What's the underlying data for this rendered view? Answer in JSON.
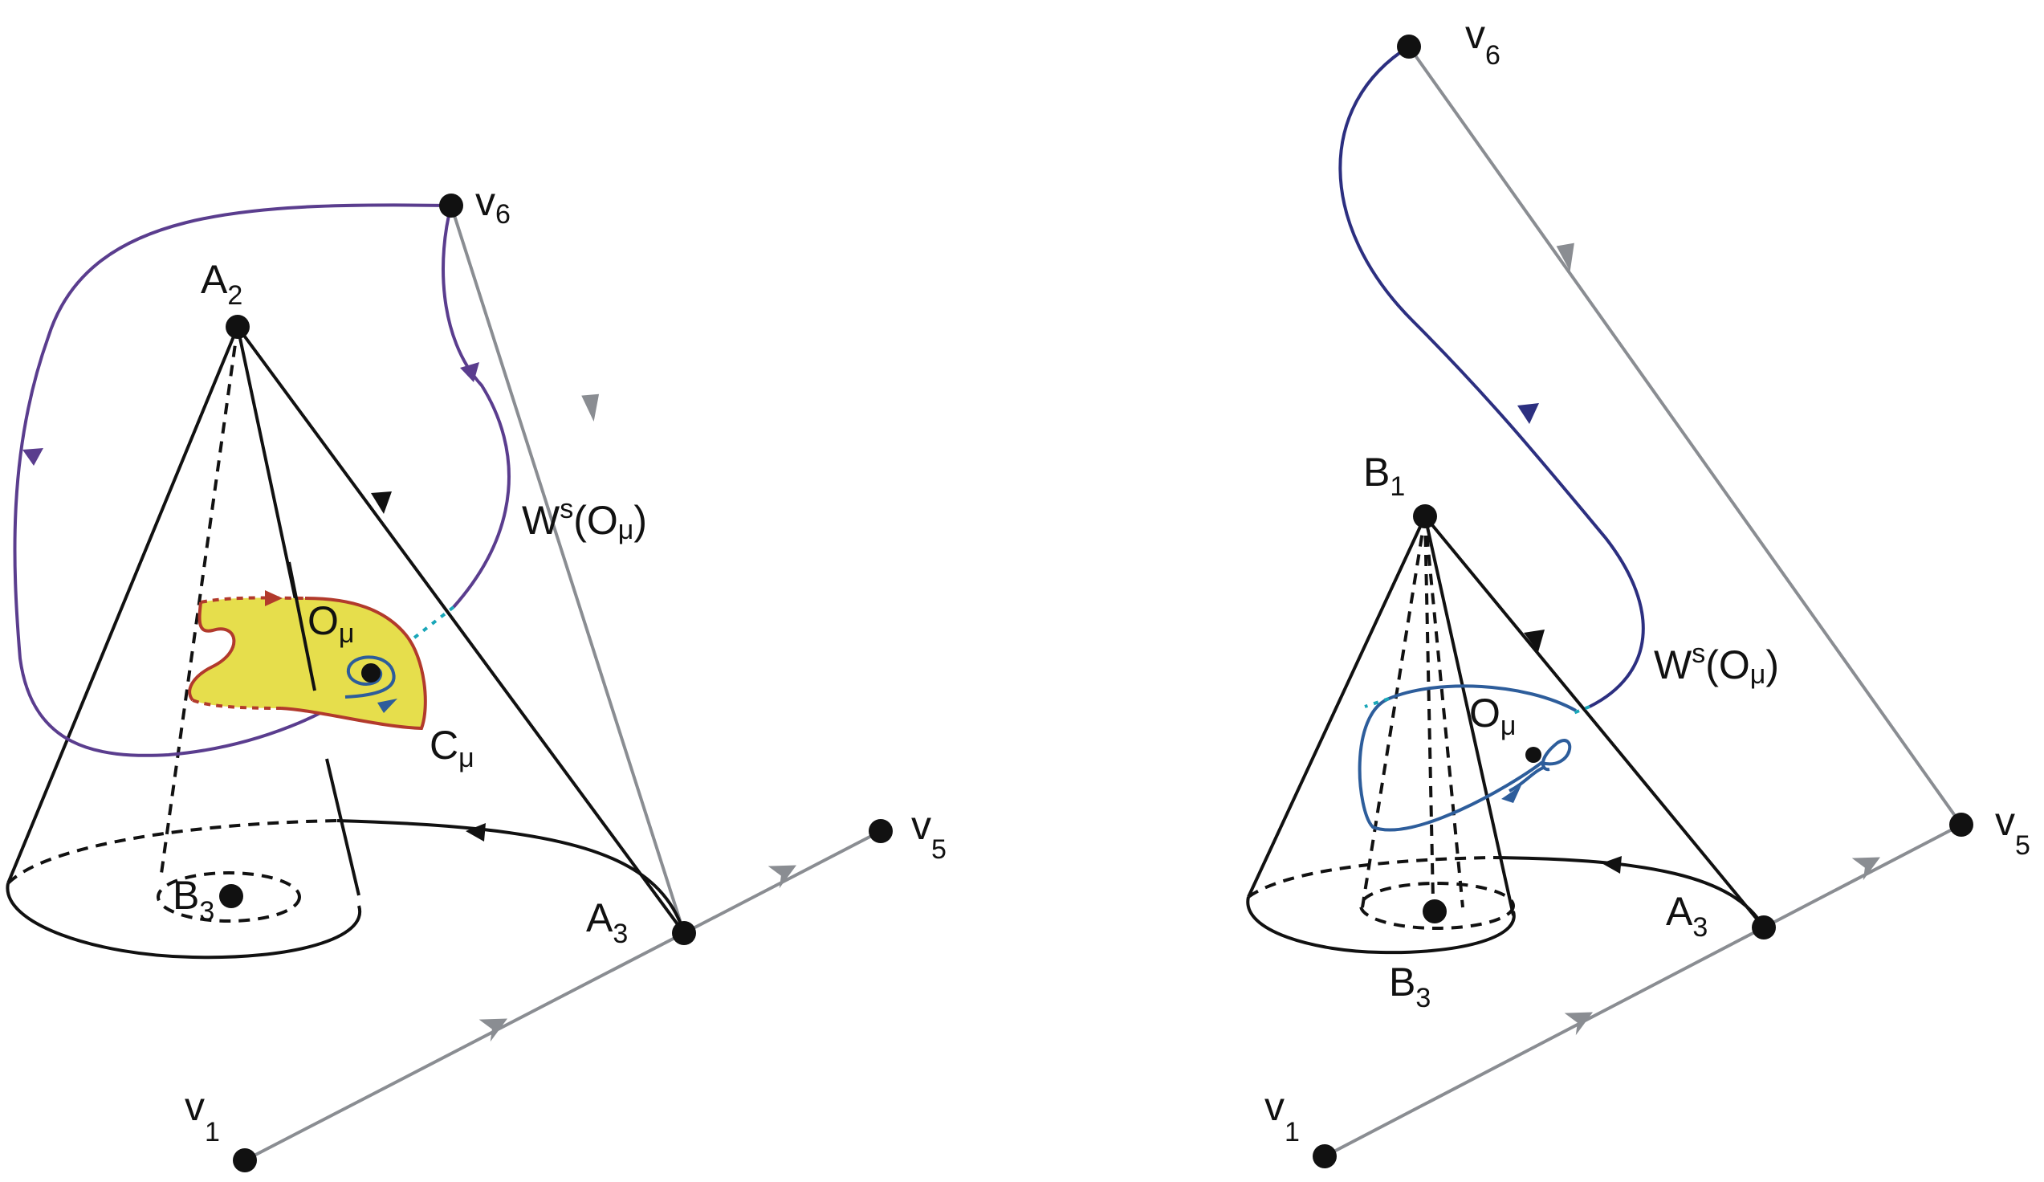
{
  "colors": {
    "region_fill": "#e6de4c",
    "region_border": "#b23a2c",
    "stable_manifold": "#5a3d8e",
    "stable_manifold_right": "#2c2f80",
    "spiral": "#2d5d9b",
    "connection": "#8a8d92",
    "cone": "#111111",
    "dotted_link": "#19a6b8"
  },
  "left_panel": {
    "labels": {
      "v6": {
        "main": "v",
        "sub": "6"
      },
      "v5": {
        "main": "v",
        "sub": "5"
      },
      "v1": {
        "main": "v",
        "sub": "1"
      },
      "A2": {
        "main": "A",
        "sub": "2"
      },
      "A3": {
        "main": "A",
        "sub": "3"
      },
      "B3": {
        "main": "B",
        "sub": "3"
      },
      "O_mu": {
        "main": "O",
        "sub": "μ"
      },
      "C_mu": {
        "main": "C",
        "sub": "μ"
      },
      "Ws": {
        "main": "W",
        "sup": "s",
        "rest": "(O",
        "rest_sub": "μ",
        "close": ")"
      }
    }
  },
  "right_panel": {
    "labels": {
      "v6": {
        "main": "v",
        "sub": "6"
      },
      "v5": {
        "main": "v",
        "sub": "5"
      },
      "v1": {
        "main": "v",
        "sub": "1"
      },
      "B1": {
        "main": "B",
        "sub": "1"
      },
      "A3": {
        "main": "A",
        "sub": "3"
      },
      "B3": {
        "main": "B",
        "sub": "3"
      },
      "O_mu": {
        "main": "O",
        "sub": "μ"
      },
      "Ws": {
        "main": "W",
        "sup": "s",
        "rest": "(O",
        "rest_sub": "μ",
        "close": ")"
      }
    }
  }
}
